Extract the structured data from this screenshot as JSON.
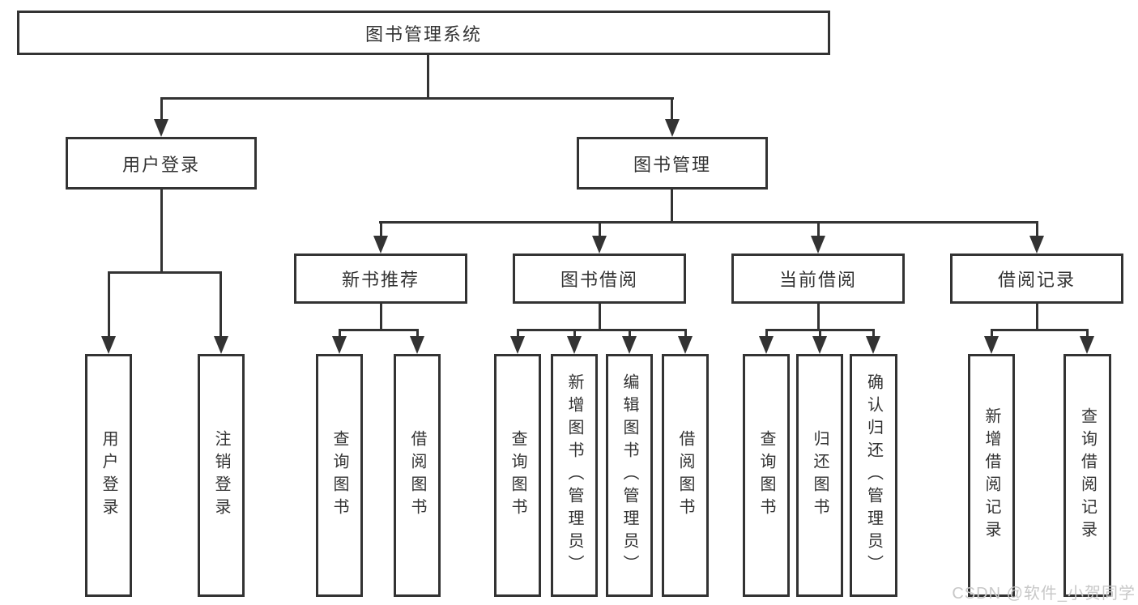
{
  "tree": {
    "label": "图书管理系统",
    "children": [
      {
        "label": "用户登录",
        "children": [
          {
            "label": "用户登录"
          },
          {
            "label": "注销登录"
          }
        ]
      },
      {
        "label": "图书管理",
        "children": [
          {
            "label": "新书推荐",
            "children": [
              {
                "label": "查询图书"
              },
              {
                "label": "借阅图书"
              }
            ]
          },
          {
            "label": "图书借阅",
            "children": [
              {
                "label": "查询图书"
              },
              {
                "label": "新增图书（管理员）"
              },
              {
                "label": "编辑图书（管理员）"
              },
              {
                "label": "借阅图书"
              }
            ]
          },
          {
            "label": "当前借阅",
            "children": [
              {
                "label": "查询图书"
              },
              {
                "label": "归还图书"
              },
              {
                "label": "确认归还（管理员）"
              }
            ]
          },
          {
            "label": "借阅记录",
            "children": [
              {
                "label": "新增借阅记录"
              },
              {
                "label": "查询借阅记录"
              }
            ]
          }
        ]
      }
    ]
  },
  "watermark": {
    "text": "CSDN @软件_小贺同学",
    "color": "#c8c8c8"
  },
  "colors": {
    "line": "#333333",
    "text": "#333333",
    "background": "#ffffff",
    "box_fill": "#ffffff"
  }
}
